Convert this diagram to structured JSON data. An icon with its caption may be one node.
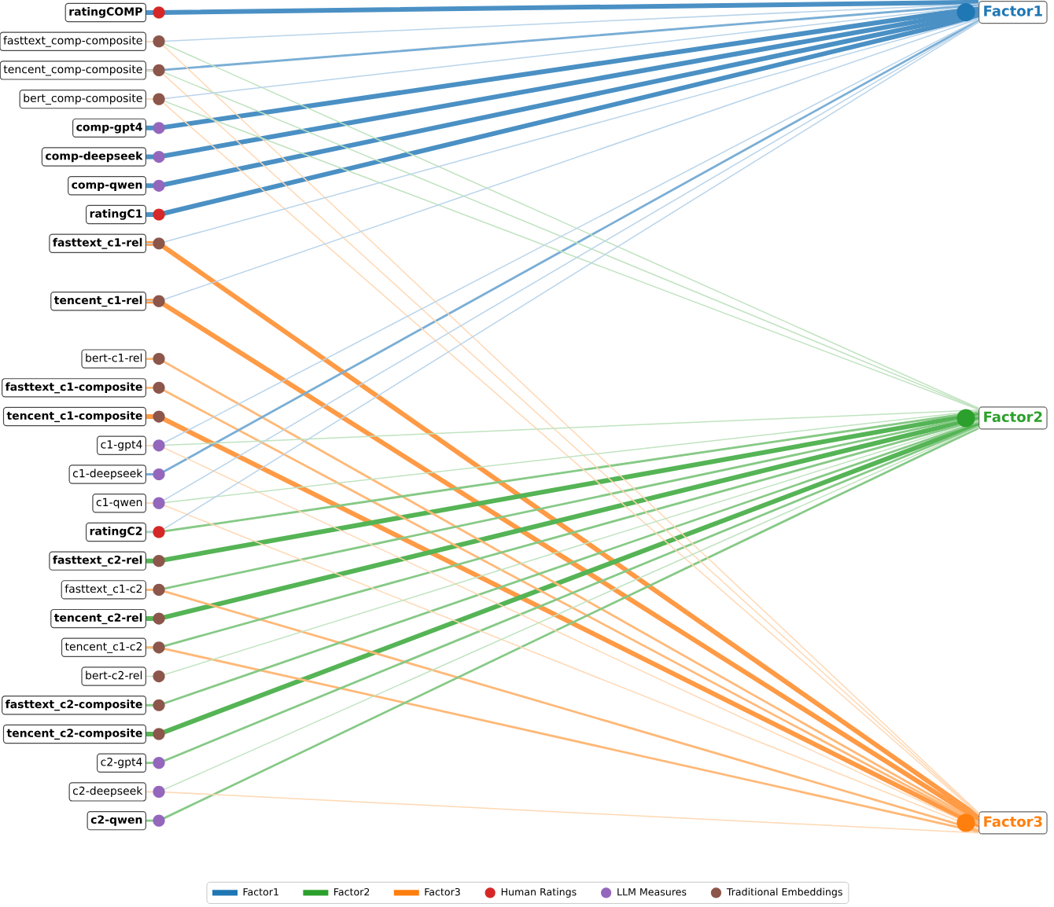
{
  "diagram": {
    "nodes": [
      {
        "text": [
          "ratingCOMP"
        ]
      },
      {
        "text": [
          "fasttext_comp-composite"
        ]
      },
      {
        "text": [
          "tencent_comp-composite"
        ]
      },
      {
        "text": [
          "bert_comp-composite"
        ]
      },
      {
        "text": [
          "comp-gpt4"
        ]
      },
      {
        "text": [
          "comp-deepseek"
        ]
      },
      {
        "text": [
          "comp-qwen"
        ]
      },
      {
        "text": [
          "ratingC1"
        ]
      },
      {
        "text": [
          "fasttext_c1-rel"
        ]
      },
      {
        "text": [
          "tencent_c1-rel"
        ]
      },
      {
        "text": [
          "bert-c1-rel"
        ]
      },
      {
        "text": [
          "fasttext_c1-composite"
        ]
      },
      {
        "text": [
          "tencent_c1-composite"
        ]
      },
      {
        "text": [
          "c1-gpt4"
        ]
      },
      {
        "text": [
          "c1-deepseek"
        ]
      },
      {
        "text": [
          "c1-qwen"
        ]
      },
      {
        "text": [
          "ratingC2"
        ]
      },
      {
        "text": [
          "fasttext_c2-rel"
        ]
      },
      {
        "text": [
          "fasttext_c1-c2"
        ]
      },
      {
        "text": [
          "tencent_c2-rel"
        ]
      },
      {
        "text": [
          "tencent_c1-c2"
        ]
      },
      {
        "text": [
          "bert-c2-rel"
        ]
      },
      {
        "text": [
          "fasttext_c2-composite"
        ]
      },
      {
        "text": [
          "tencent_c2-composite"
        ]
      },
      {
        "text": [
          "c2-gpt4"
        ]
      },
      {
        "text": [
          "c2-deepseek"
        ]
      },
      {
        "text": [
          "c2-qwen"
        ]
      },
      {
        "text": [
          "Factor1"
        ]
      },
      {
        "text": [
          "Factor2"
        ]
      },
      {
        "text": [
          "Factor3"
        ]
      }
    ],
    "edges": [
      {
        "from": 0,
        "to": 27,
        "arrow": "none",
        "style": "thick",
        "color": "#4a90c4"
      },
      {
        "from": 1,
        "to": 27,
        "arrow": "none",
        "color": "#b9d4ea"
      },
      {
        "from": 1,
        "to": 28,
        "arrow": "none",
        "color": "#c0e3c0"
      },
      {
        "from": 1,
        "to": 29,
        "arrow": "none",
        "color": "#ffd8b4"
      },
      {
        "from": 2,
        "to": 27,
        "arrow": "none",
        "color": "#7aaed5"
      },
      {
        "from": 2,
        "to": 28,
        "arrow": "none",
        "color": "#c0e3c0"
      },
      {
        "from": 2,
        "to": 29,
        "arrow": "none",
        "color": "#ffd8b4"
      },
      {
        "from": 3,
        "to": 27,
        "arrow": "none",
        "color": "#b9d4ea"
      },
      {
        "from": 3,
        "to": 28,
        "arrow": "none",
        "color": "#c0e3c0"
      },
      {
        "from": 3,
        "to": 29,
        "arrow": "none",
        "color": "#ffd8b4"
      },
      {
        "from": 4,
        "to": 27,
        "arrow": "none",
        "style": "thick",
        "color": "#4a90c4"
      },
      {
        "from": 5,
        "to": 27,
        "arrow": "none",
        "style": "thick",
        "color": "#4a90c4"
      },
      {
        "from": 6,
        "to": 27,
        "arrow": "none",
        "style": "thick",
        "color": "#4a90c4"
      },
      {
        "from": 7,
        "to": 27,
        "arrow": "none",
        "style": "thick",
        "color": "#4a90c4"
      },
      {
        "from": 8,
        "to": 27,
        "arrow": "none",
        "color": "#b9d4ea"
      },
      {
        "from": 8,
        "to": 29,
        "arrow": "none",
        "style": "thick",
        "color": "#ff9a45"
      },
      {
        "from": 9,
        "to": 27,
        "arrow": "none",
        "color": "#b9d4ea"
      },
      {
        "from": 9,
        "to": 29,
        "arrow": "none",
        "style": "thick",
        "color": "#ff9a45"
      },
      {
        "from": 10,
        "to": 29,
        "arrow": "none",
        "color": "#ffb877"
      },
      {
        "from": 11,
        "to": 29,
        "arrow": "none",
        "color": "#ffb877"
      },
      {
        "from": 12,
        "to": 29,
        "arrow": "none",
        "style": "thick",
        "color": "#ff9a45"
      },
      {
        "from": 13,
        "to": 27,
        "arrow": "none",
        "color": "#b9d4ea"
      },
      {
        "from": 13,
        "to": 28,
        "arrow": "none",
        "color": "#c0e3c0"
      },
      {
        "from": 13,
        "to": 29,
        "arrow": "none",
        "color": "#ffd8b4"
      },
      {
        "from": 14,
        "to": 27,
        "arrow": "none",
        "color": "#7aaed5"
      },
      {
        "from": 15,
        "to": 27,
        "arrow": "none",
        "color": "#b9d4ea"
      },
      {
        "from": 15,
        "to": 28,
        "arrow": "none",
        "color": "#c0e3c0"
      },
      {
        "from": 15,
        "to": 29,
        "arrow": "none",
        "color": "#ffd8b4"
      },
      {
        "from": 16,
        "to": 27,
        "arrow": "none",
        "color": "#b9d4ea"
      },
      {
        "from": 16,
        "to": 28,
        "arrow": "none",
        "color": "#86c986"
      },
      {
        "from": 17,
        "to": 28,
        "arrow": "none",
        "style": "thick",
        "color": "#55b455"
      },
      {
        "from": 18,
        "to": 28,
        "arrow": "none",
        "color": "#86c986"
      },
      {
        "from": 18,
        "to": 29,
        "arrow": "none",
        "color": "#ffb877"
      },
      {
        "from": 19,
        "to": 28,
        "arrow": "none",
        "style": "thick",
        "color": "#55b455"
      },
      {
        "from": 20,
        "to": 28,
        "arrow": "none",
        "color": "#86c986"
      },
      {
        "from": 20,
        "to": 29,
        "arrow": "none",
        "color": "#ffb877"
      },
      {
        "from": 21,
        "to": 28,
        "arrow": "none",
        "color": "#c0e3c0"
      },
      {
        "from": 22,
        "to": 28,
        "arrow": "none",
        "color": "#86c986"
      },
      {
        "from": 23,
        "to": 28,
        "arrow": "none",
        "style": "thick",
        "color": "#55b455"
      },
      {
        "from": 24,
        "to": 28,
        "arrow": "none",
        "color": "#86c986"
      },
      {
        "from": 25,
        "to": 28,
        "arrow": "none",
        "color": "#c0e3c0"
      },
      {
        "from": 25,
        "to": 29,
        "arrow": "none",
        "color": "#ffd8b4"
      },
      {
        "from": 26,
        "to": 28,
        "arrow": "none",
        "color": "#86c986"
      }
    ],
    "legend": [
      {
        "text": "Factor1",
        "color": "#1f77b4"
      },
      {
        "text": "Factor2",
        "color": "#2ca02c"
      },
      {
        "text": "Factor3",
        "color": "#ff7f0e"
      },
      {
        "text": "Human Ratings",
        "color": "#d62728"
      },
      {
        "text": "LLM Measures",
        "color": "#9467bd"
      },
      {
        "text": "Traditional Embeddings",
        "color": "#8c564b"
      }
    ]
  }
}
